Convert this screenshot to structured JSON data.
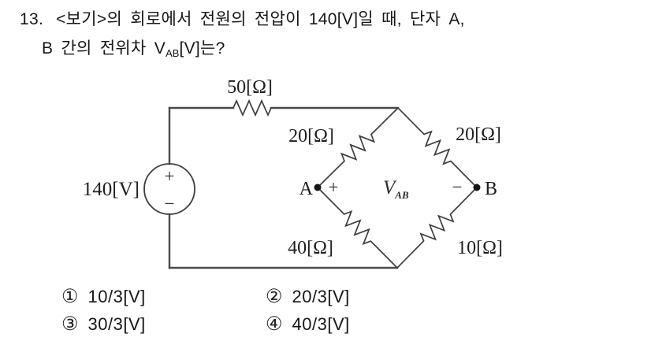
{
  "question": {
    "number": "13.",
    "line1": "<보기>의 회로에서 전원의 전압이 140[V]일 때, 단자 A,",
    "line2_pre": "B 간의 전위차 V",
    "line2_sub": "AB",
    "line2_post": "[V]는?"
  },
  "circuit": {
    "source_voltage": "140[V]",
    "source_plus": "+",
    "source_minus": "−",
    "resistors": {
      "top": "50[Ω]",
      "upper_left": "20[Ω]",
      "upper_right": "20[Ω]",
      "lower_left": "40[Ω]",
      "lower_right": "10[Ω]"
    },
    "node_a": "A",
    "node_b": "B",
    "vab_plus": "+",
    "vab_minus": "−",
    "vab_main": "V",
    "vab_sub": "AB"
  },
  "options": [
    {
      "num": "①",
      "value": "10/3[V]"
    },
    {
      "num": "②",
      "value": "20/3[V]"
    },
    {
      "num": "③",
      "value": "30/3[V]"
    },
    {
      "num": "④",
      "value": "40/3[V]"
    }
  ],
  "colors": {
    "wire": "#4a4a4a",
    "text": "#161616",
    "background": "#ffffff"
  }
}
